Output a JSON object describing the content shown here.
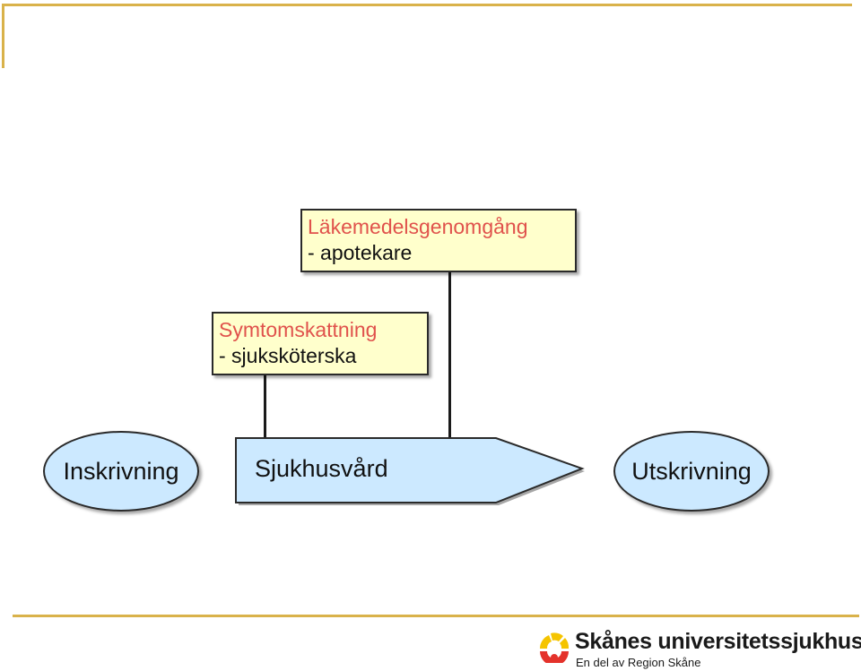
{
  "callouts": {
    "medication_review": {
      "title": "Läkemedelsgenomgång",
      "subtitle": "- apotekare"
    },
    "symptom_rating": {
      "title": "Symtomskattning",
      "subtitle": "- sjuksköterska"
    }
  },
  "flow": {
    "admission": "Inskrivning",
    "hospital_care": "Sjukhusvård",
    "discharge": "Utskrivning"
  },
  "logo": {
    "name": "Skånes universitetssjukhus",
    "tagline": "En del av Region Skåne"
  },
  "colors": {
    "frame": "#d9b24a",
    "callout_fill": "#ffffcc",
    "callout_title": "#e0524c",
    "shape_fill": "#cce9ff",
    "logo_red": "#e4322b",
    "logo_yellow": "#f5c400"
  }
}
